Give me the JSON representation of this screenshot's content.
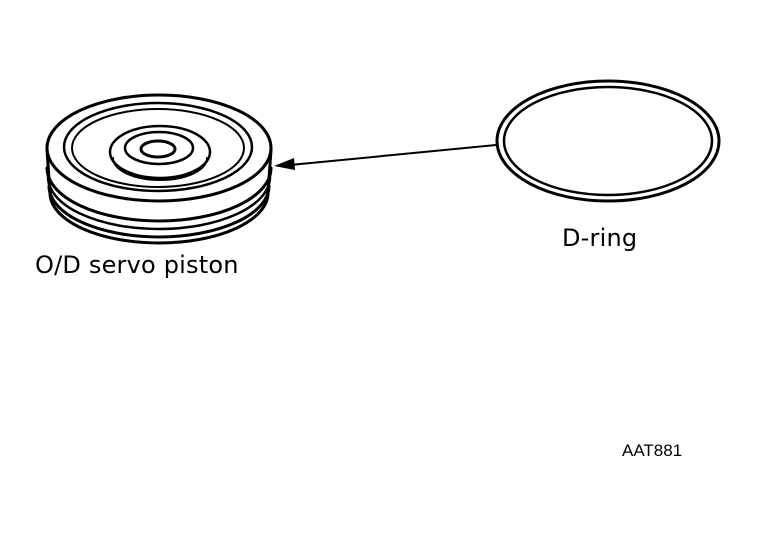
{
  "labels": {
    "piston": "O/D servo piston",
    "dring": "D-ring",
    "figure_code": "AAT881"
  },
  "colors": {
    "line": "#000000",
    "background": "#ffffff"
  }
}
